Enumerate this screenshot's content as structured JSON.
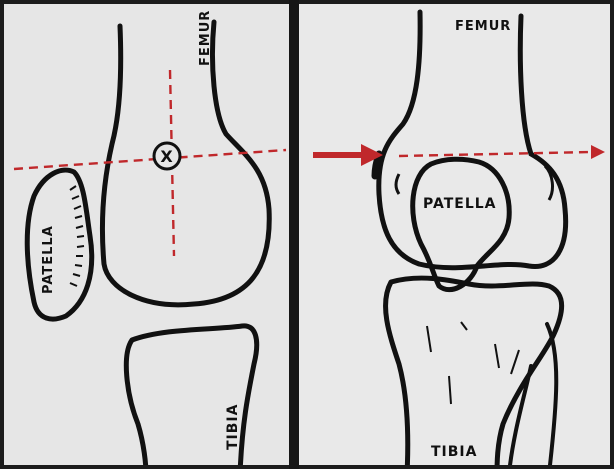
{
  "left_panel": {
    "femur_label": "FEMUR",
    "patella_label": "PATELLA",
    "tibia_label": "TIBIA",
    "center_mark": "X"
  },
  "right_panel": {
    "femur_label": "FEMUR",
    "patella_label": "PATELLA",
    "tibia_label": "TIBIA"
  },
  "colors": {
    "ink": "#111111",
    "guide_red": "#c0282b",
    "paper": "#e8e8e8",
    "divider": "#161616"
  }
}
